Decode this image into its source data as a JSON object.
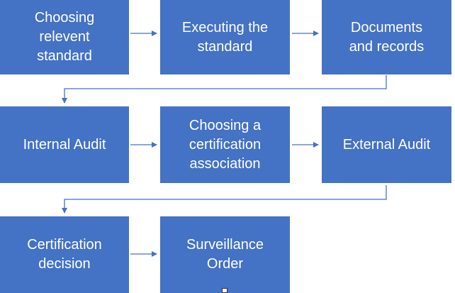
{
  "steps": [
    {
      "label": "Choosing\nrelevent\nstandard"
    },
    {
      "label": "Executing the\nstandard"
    },
    {
      "label": "Documents\nand records"
    },
    {
      "label": "Internal Audit"
    },
    {
      "label": "Choosing a\ncertification\nassociation"
    },
    {
      "label": "External Audit"
    },
    {
      "label": "Certification\ndecision"
    },
    {
      "label": "Surveillance\nOrder"
    }
  ],
  "colors": {
    "box_fill": "#4472c4",
    "box_text": "#ffffff",
    "arrow": "#4472c4"
  }
}
